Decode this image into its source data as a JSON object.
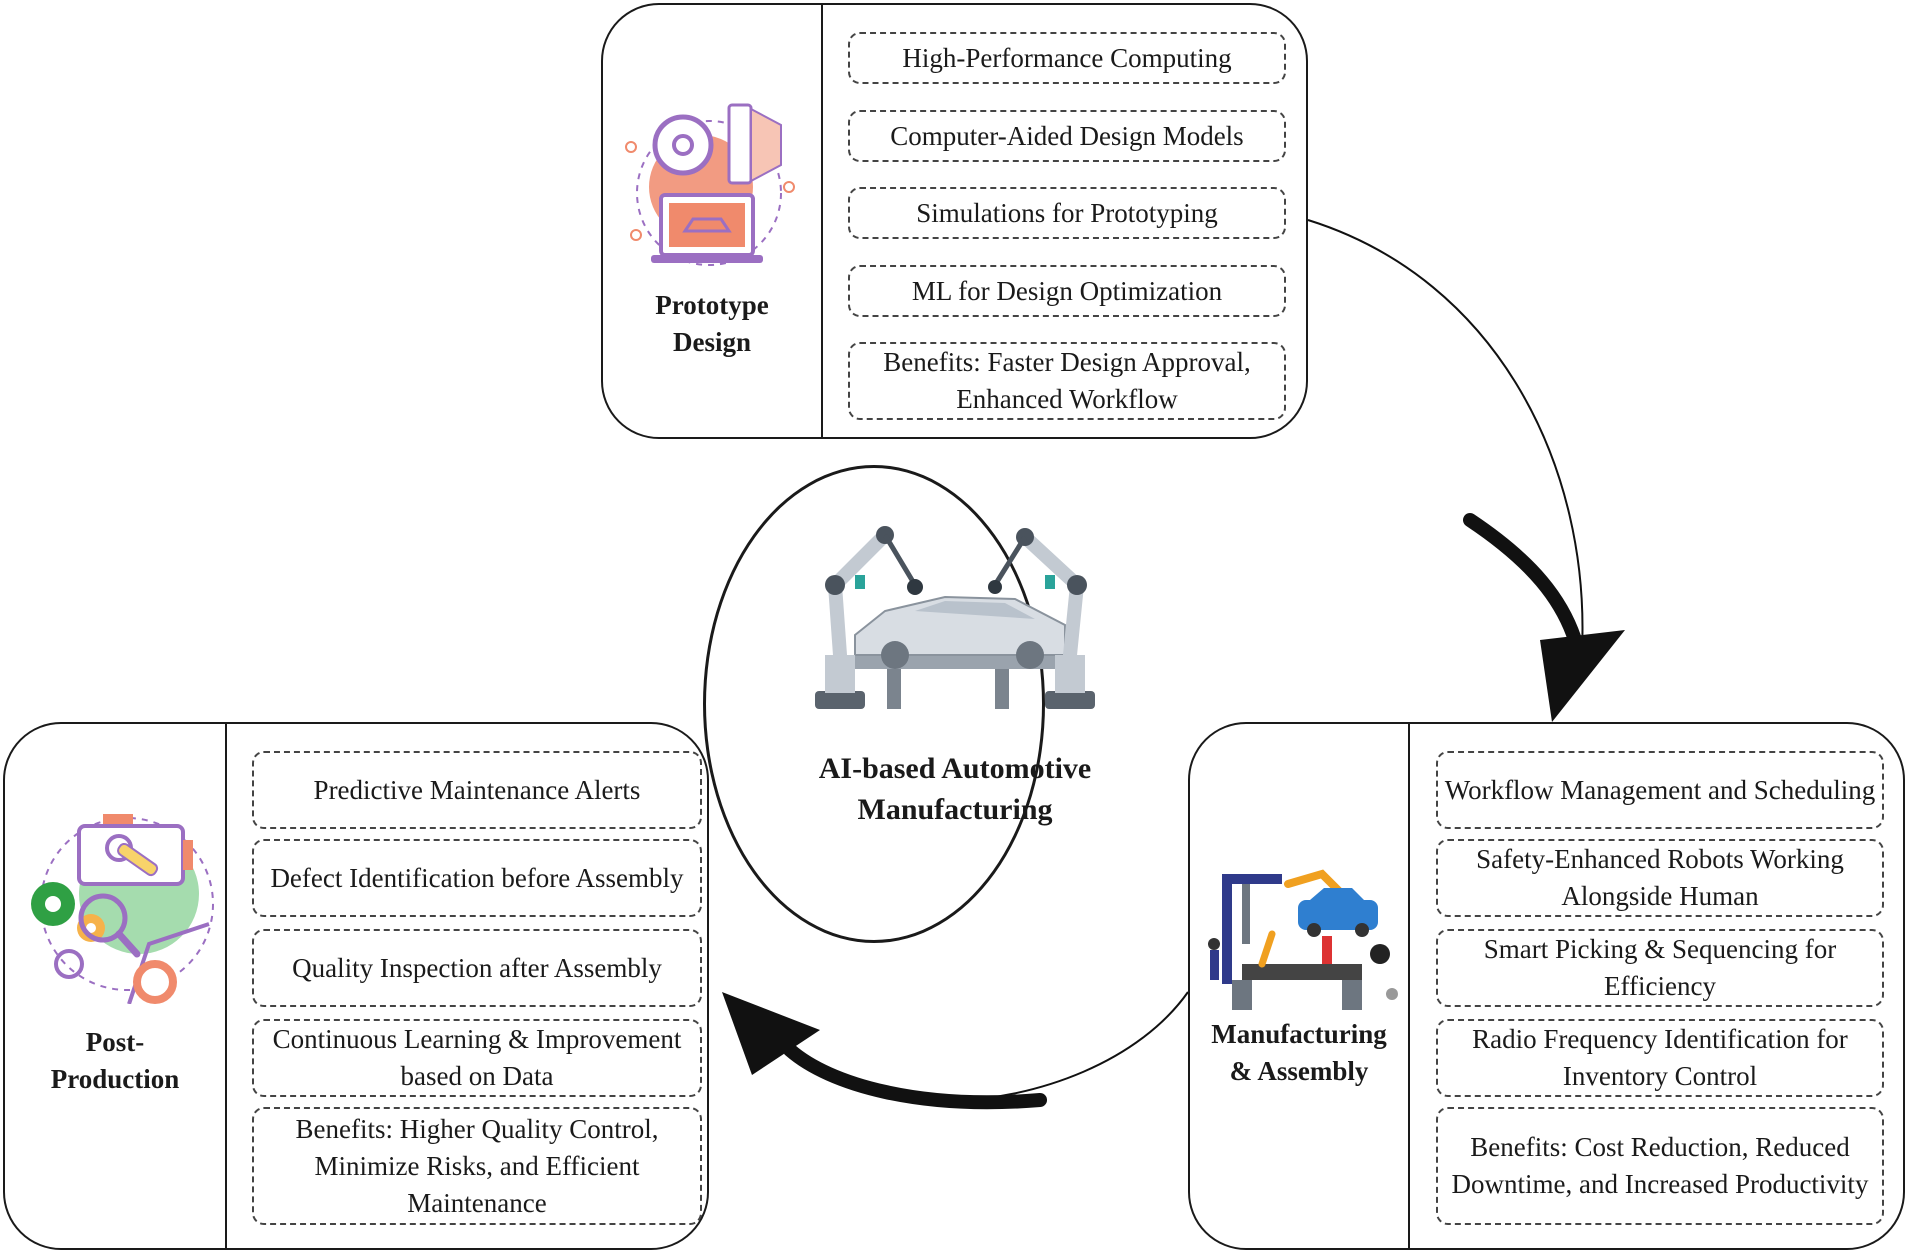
{
  "center": {
    "title_line1": "AI-based Automotive",
    "title_line2": "Manufacturing",
    "icon": "robot-arms-assembling-car-icon"
  },
  "stages": {
    "prototype": {
      "title_line1": "Prototype",
      "title_line2": "Design",
      "icon": "steering-wheel-color-palette-laptop-car-icon",
      "items": [
        "High-Performance Computing",
        "Computer-Aided Design Models",
        "Simulations for Prototyping",
        "ML for Design Optimization",
        "Benefits: Faster Design Approval, Enhanced Workflow"
      ]
    },
    "manufacturing": {
      "title_line1": "Manufacturing",
      "title_line2": "& Assembly",
      "icon": "assembly-line-workers-icon",
      "items": [
        "Workflow Management and Scheduling",
        "Safety-Enhanced Robots Working Alongside Human",
        "Smart Picking & Sequencing for Efficiency",
        "Radio Frequency Identification for Inventory Control",
        "Benefits: Cost Reduction, Reduced Downtime, and Increased Productivity"
      ]
    },
    "postproduction": {
      "title_line1": "Post-",
      "title_line2": "Production",
      "icon": "engine-gears-magnifier-car-icon",
      "items": [
        "Predictive Maintenance Alerts",
        "Defect Identification before Assembly",
        "Quality Inspection after Assembly",
        "Continuous Learning & Improvement based on Data",
        "Benefits: Higher Quality Control, Minimize Risks, and Efficient Maintenance"
      ]
    }
  },
  "colors": {
    "accent_orange": "#f08a6c",
    "accent_purple": "#9b6fc2",
    "accent_green": "#8fd39a",
    "accent_blue": "#2f7fd0",
    "outline": "#1a1a1a"
  }
}
